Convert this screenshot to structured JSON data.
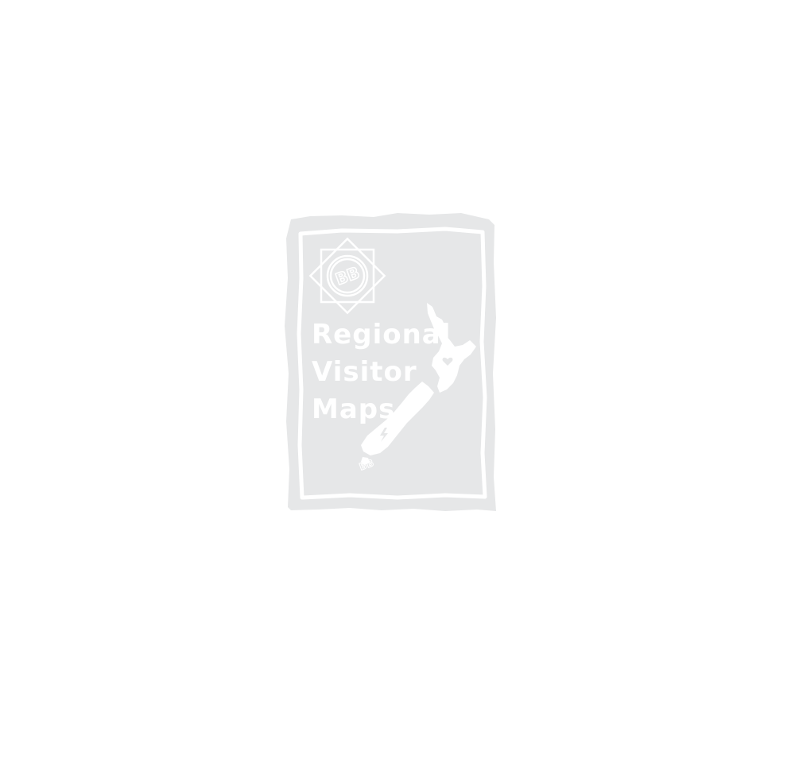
{
  "logo": {
    "title_lines": [
      "Regional",
      "Visitor",
      "Maps"
    ],
    "monogram": "BB",
    "small_monogram": "BB",
    "icon": "new-zealand-map-icon"
  },
  "colors": {
    "badge_fill": "#e6e7e8",
    "line": "#ffffff",
    "background": "#ffffff"
  }
}
